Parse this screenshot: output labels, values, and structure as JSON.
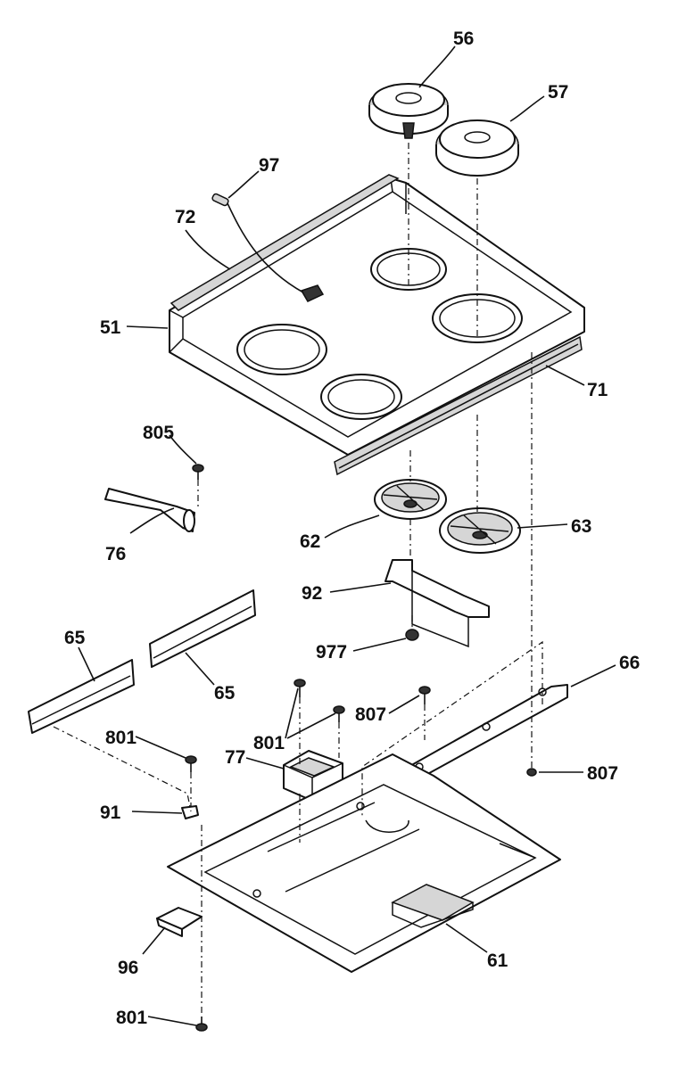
{
  "callouts": {
    "c56": "56",
    "c57": "57",
    "c97": "97",
    "c72": "72",
    "c51": "51",
    "c71": "71",
    "c805": "805",
    "c76": "76",
    "c62": "62",
    "c63": "63",
    "c92": "92",
    "c977": "977",
    "c65a": "65",
    "c65b": "65",
    "c66": "66",
    "c807a": "807",
    "c801a": "801",
    "c77": "77",
    "c801b": "801",
    "c807b": "807",
    "c91": "91",
    "c61": "61",
    "c96": "96",
    "c801c": "801"
  }
}
